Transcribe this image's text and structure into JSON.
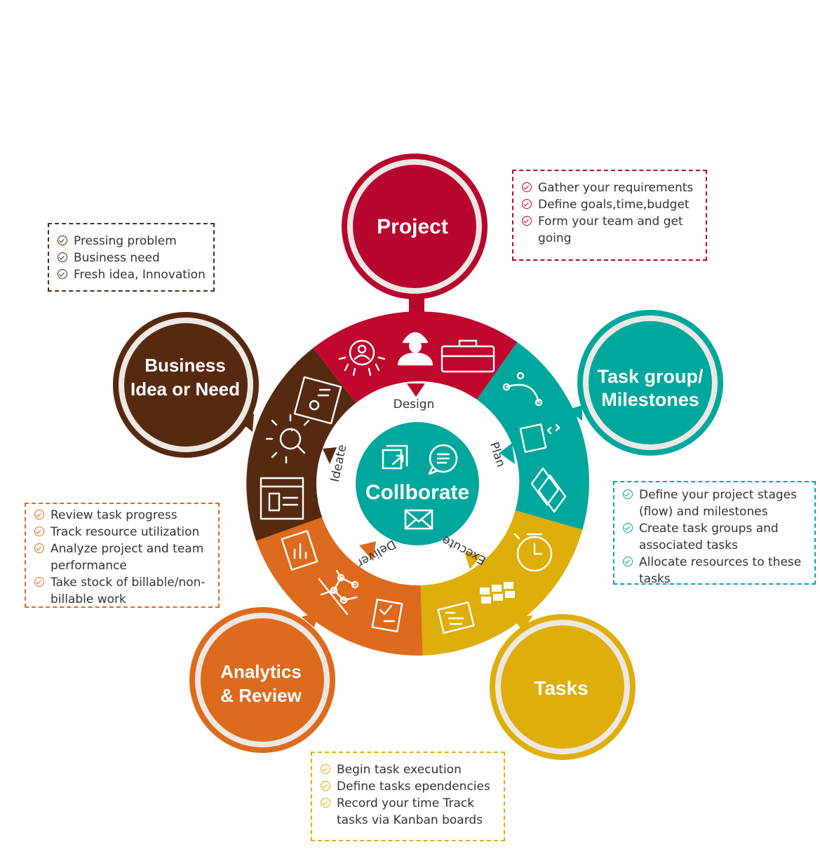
{
  "center": {
    "title": "Collborate"
  },
  "stages": {
    "design": "Design",
    "plan": "Plan",
    "execute": "Execute",
    "deliver": "Deliver",
    "ideate": "Ideate"
  },
  "nodes": {
    "project": {
      "title": "Project",
      "color": "#b8072f"
    },
    "task_group": {
      "line1": "Task group/",
      "line2": "Milestones",
      "color": "#00a79d"
    },
    "tasks": {
      "title": "Tasks",
      "color": "#deae0b"
    },
    "analytics": {
      "line1": "Analytics",
      "line2": "& Review",
      "color": "#de6a1e"
    },
    "business": {
      "line1": "Business",
      "line2": "Idea or Need",
      "color": "#562a11"
    }
  },
  "notes": {
    "project": {
      "color": "#b8072f",
      "items": [
        "Gather your requirements",
        "Define goals,time,budget",
        "Form your team and get going"
      ]
    },
    "business": {
      "color": "#562a11",
      "items": [
        "Pressing problem",
        "Business need",
        "Fresh idea, Innovation"
      ]
    },
    "task_group": {
      "color": "#00a79d",
      "items": [
        "Define your project stages (flow) and milestones",
        "Create task groups and associated tasks",
        "Allocate resources to these tasks"
      ]
    },
    "analytics": {
      "color": "#de6a1e",
      "items": [
        "Review task progress",
        "Track resource utilization",
        "Analyze project and team performance",
        "Take stock of billable/non-billable work"
      ]
    },
    "tasks": {
      "color": "#deae0b",
      "items": [
        "Begin task execution",
        "Define tasks ependencies",
        "Record your time Track tasks via Kanban boards"
      ]
    }
  }
}
